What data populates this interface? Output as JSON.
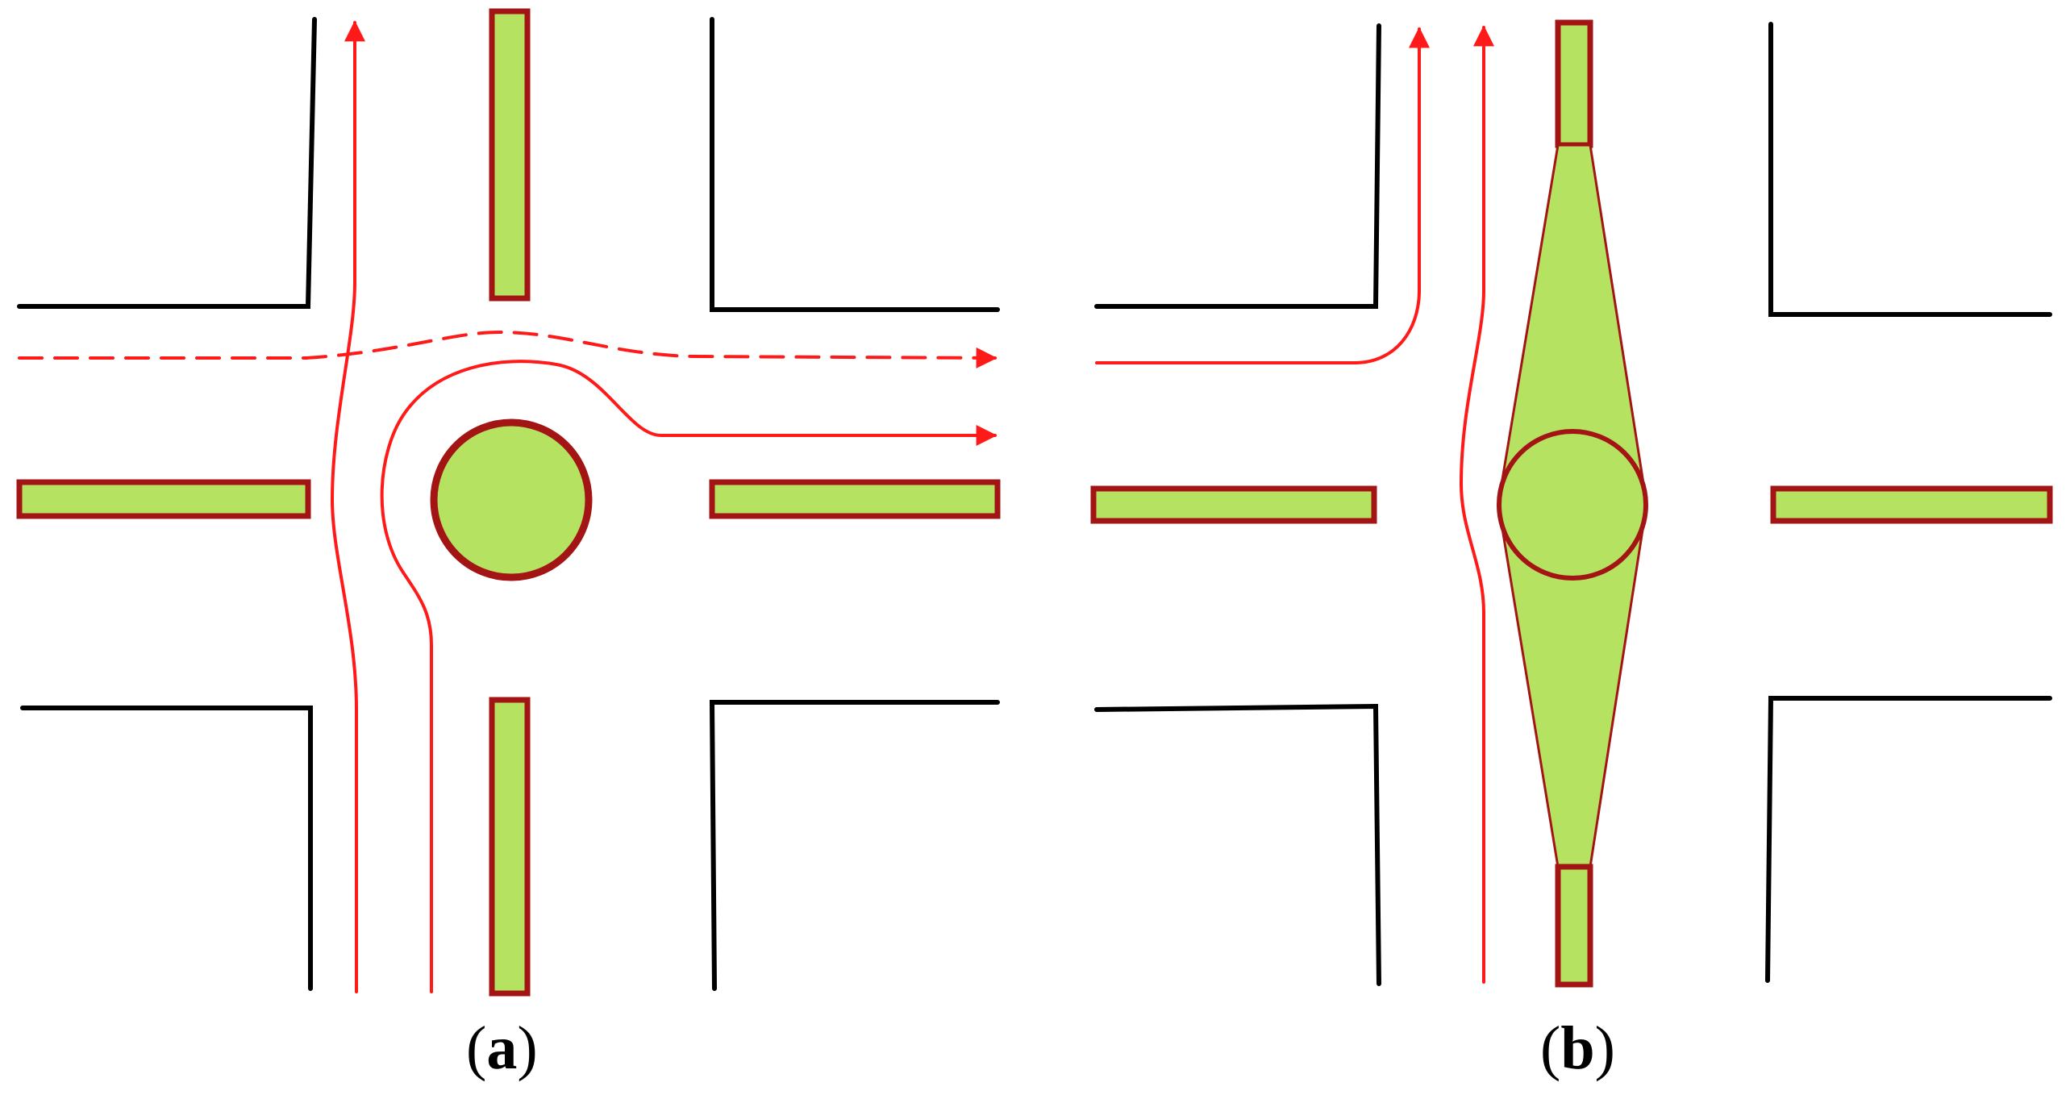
{
  "panels": [
    {
      "id": "a",
      "letter": "a"
    },
    {
      "id": "b",
      "letter": "b"
    }
  ],
  "colors": {
    "curb": "#000000",
    "median_fill": "#b5e361",
    "median_stroke": "#a31515",
    "path": "#ff1a1a"
  }
}
